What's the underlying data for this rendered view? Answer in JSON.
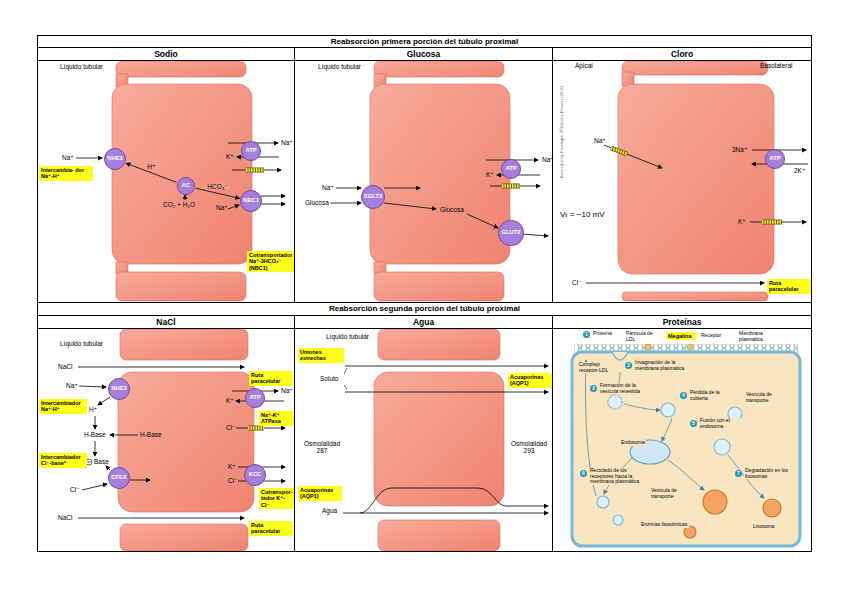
{
  "diagram": {
    "nodes": [
      {
        "text": [
          "Reabsorción primera porción del túbulo proximal"
        ]
      },
      {
        "text": [
          "Sodio"
        ]
      },
      {
        "text": [
          "Glucosa"
        ]
      },
      {
        "text": [
          "Cloro"
        ]
      },
      {
        "text": [
          "Reabsorción segunda porción del túbulo proximal"
        ]
      },
      {
        "text": [
          "NaCl"
        ]
      },
      {
        "text": [
          "Agua"
        ]
      },
      {
        "text": [
          "Proteínas"
        ]
      },
      {
        "text": [
          "NHE3"
        ],
        "in": 1
      },
      {
        "text": [
          "Intercambia- dor Na⁺-H⁺"
        ],
        "in": 1
      },
      {
        "text": [
          "AC"
        ],
        "in": 1
      },
      {
        "text": [
          "ATP"
        ],
        "in": 1
      },
      {
        "text": [
          "NBC1"
        ],
        "in": 1
      },
      {
        "text": [
          "Cotransportador Na⁺-3HCO₃⁻ (NBC1)"
        ],
        "in": 1
      },
      {
        "text": [
          "SGLT2"
        ],
        "in": 2
      },
      {
        "text": [
          "ATP"
        ],
        "in": 2
      },
      {
        "text": [
          "GLUT2"
        ],
        "in": 2
      },
      {
        "text": [
          "ATP"
        ],
        "in": 3
      },
      {
        "text": [
          "Ruta paracelular"
        ],
        "in": 3
      },
      {
        "text": [
          "Ruta paracelular"
        ],
        "in": 5
      },
      {
        "text": [
          "NHE3"
        ],
        "in": 5
      },
      {
        "text": [
          "ATP"
        ],
        "in": 5
      },
      {
        "text": [
          "Intercambiador Na⁺-H⁺"
        ],
        "in": 5
      },
      {
        "text": [
          "Na⁺-K⁺ ATPasa"
        ],
        "in": 5
      },
      {
        "text": [
          "Intercambiador Cl⁻-base*"
        ],
        "in": 5
      },
      {
        "text": [
          "CFEX"
        ],
        "in": 5
      },
      {
        "text": [
          "KCC"
        ],
        "in": 5
      },
      {
        "text": [
          "Cotranspor- tador K⁺-Cl⁻"
        ],
        "in": 5
      },
      {
        "text": [
          "Ruta paracelular"
        ],
        "in": 5
      },
      {
        "text": [
          "Uniones estrechas"
        ],
        "in": 6
      },
      {
        "text": [
          "Acuaporinas (AQP1)"
        ],
        "in": 6
      },
      {
        "text": [
          "Acuaporinas (AQP1)"
        ],
        "in": 6
      },
      {
        "text": [
          "Megalina"
        ],
        "in": 7
      }
    ],
    "edges": [
      {
        "from": 10,
        "to": 8,
        "arrow": "to",
        "label": "H⁺"
      },
      {
        "from": 10,
        "to": 12,
        "arrow": "to",
        "label": "HCO₃⁻"
      }
    ],
    "labels": [
      "Líquido tubular",
      "Na⁺",
      "Na⁺",
      "K⁺",
      "Na⁺",
      "CO₂ + H₂O",
      "Líquido tubular",
      "Na⁺",
      "Glucosa",
      "Na⁺",
      "K⁺",
      "Glucosa",
      "Apical",
      "Basolateral",
      "Boron (Lima), Fisiología, 2ª Edición, Elsevier (2019)",
      "Na⁺",
      "3Na⁺",
      "2K⁺",
      "K⁺",
      "Vₜ = −10 mV",
      "Cl⁻",
      "Líquido tubular",
      "NaCl",
      "Na⁺",
      "H⁺",
      "H-Base",
      "H-Base",
      "Base",
      "Cl⁻",
      "NaCl",
      "Na⁺",
      "K⁺",
      "Cl⁻",
      "K⁺",
      "Cl⁻",
      "Líquido tubular",
      "Soluto",
      "Osmolalidad 287",
      "Osmolalidad 293",
      "Agua",
      "1",
      "Proteína",
      "Partícula de LDL",
      "Receptor",
      "Membrana plasmática",
      "Complejo receptor-LDL",
      "2",
      "Invaginación de la membrana plasmática",
      "3",
      "Formación de la vesícula revestida",
      "4",
      "Pérdida de la cubierta",
      "Vesícula de transporte",
      "5",
      "Fusión con el endosoma",
      "Endosoma",
      "6",
      "Reciclado de los receptores hacia la membrana plasmática",
      "Vesícula de transporte",
      "7",
      "Degradación en los lisosomas",
      "Enzimas lisosómicas",
      "Lisosoma"
    ]
  }
}
